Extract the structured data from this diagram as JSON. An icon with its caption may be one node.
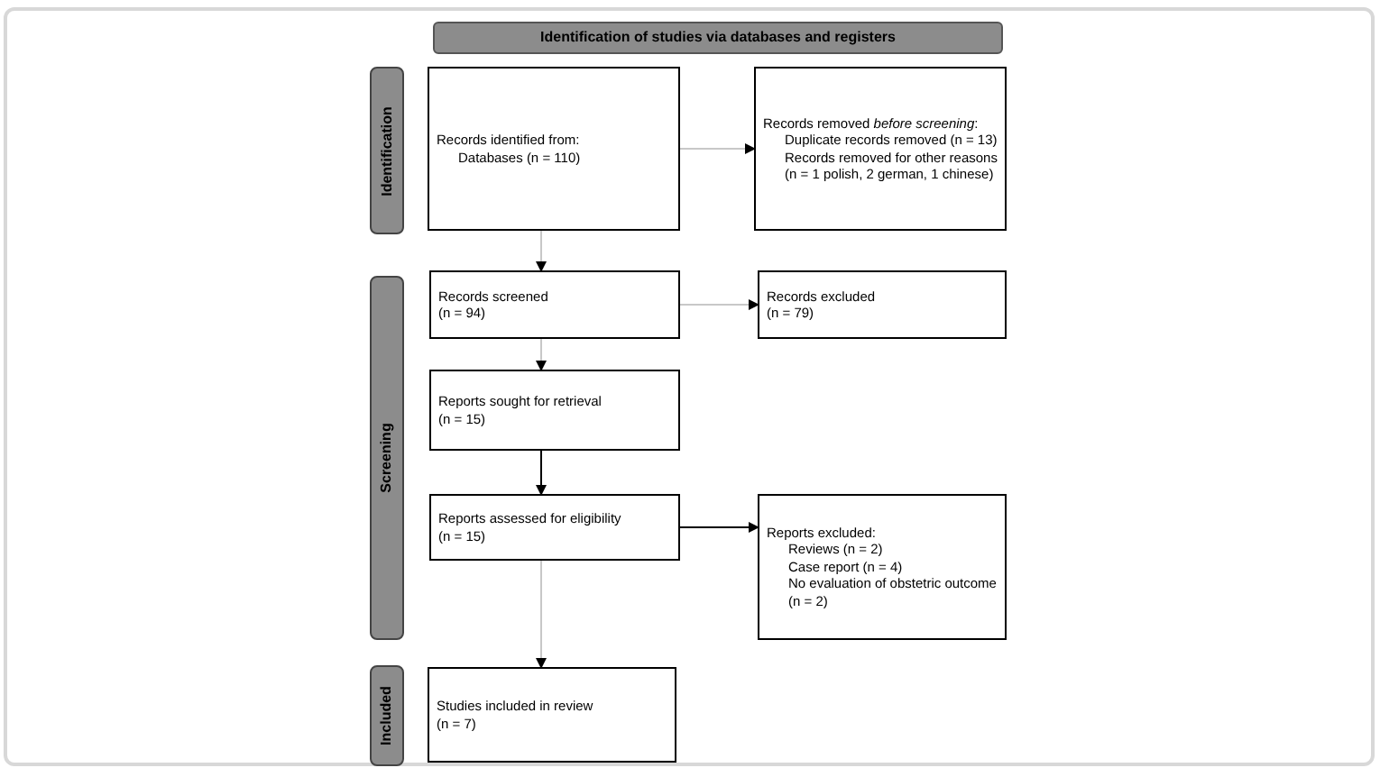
{
  "diagram": {
    "nodes": [
      {
        "text": [
          "Identification of studies via databases and registers"
        ]
      },
      {
        "text": [
          "Identification"
        ]
      },
      {
        "text": [
          "Screening"
        ]
      },
      {
        "text": [
          "Included"
        ]
      },
      {
        "text": [
          "Records identified from:",
          "Databases (n = 110)"
        ]
      },
      {
        "text": [
          "Records removed *before screening*:",
          "Duplicate records removed (n = 13)",
          "Records removed for other reasons (n = 1 polish, 2 german, 1 chinese)"
        ]
      },
      {
        "text": [
          "Records screened",
          "(n = 94)"
        ]
      },
      {
        "text": [
          "Records excluded",
          "(n = 79)"
        ]
      },
      {
        "text": [
          "Reports sought for retrieval",
          "(n = 15)"
        ]
      },
      {
        "text": [
          "Reports assessed for eligibility",
          "(n = 15)"
        ]
      },
      {
        "text": [
          "Reports excluded:",
          "Reviews (n = 2)",
          "Case report (n = 4)",
          "No evaluation of obstetric outcome (n = 2)"
        ]
      },
      {
        "text": [
          "Studies included in review",
          "(n = 7)"
        ]
      }
    ],
    "edges": [
      {
        "from": 4,
        "to": 5,
        "arrow": "to"
      },
      {
        "from": 4,
        "to": 6,
        "arrow": "to"
      },
      {
        "from": 6,
        "to": 7,
        "arrow": "to"
      },
      {
        "from": 6,
        "to": 8,
        "arrow": "to"
      },
      {
        "from": 8,
        "to": 9,
        "arrow": "to",
        "color": "#000000"
      },
      {
        "from": 9,
        "to": 10,
        "arrow": "to",
        "color": "#000000"
      },
      {
        "from": 9,
        "to": 11,
        "arrow": "to"
      }
    ]
  }
}
